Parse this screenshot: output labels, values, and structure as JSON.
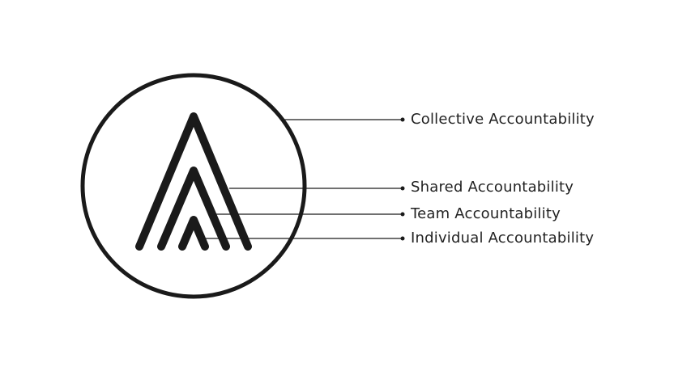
{
  "labels": {
    "collective": "Collective Accountability",
    "shared": "Shared Accountability",
    "team": "Team Accountability",
    "individual": "Individual Accountability"
  },
  "colors": {
    "stroke": "#1a1a1a",
    "text": "#222222",
    "background": "#ffffff"
  }
}
